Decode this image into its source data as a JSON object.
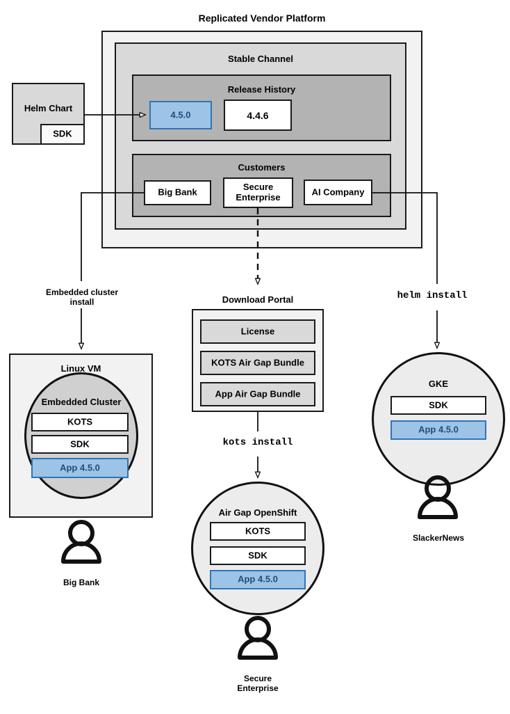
{
  "diagram": {
    "title": "Replicated Vendor Platform",
    "platform": {
      "stable_channel_label": "Stable Channel",
      "release_history": {
        "label": "Release History",
        "releases": [
          {
            "version": "4.5.0",
            "state": "current",
            "color": "#9dc3e6"
          },
          {
            "version": "4.4.6",
            "state": "previous",
            "color": "#ffffff"
          }
        ]
      },
      "customers": {
        "label": "Customers",
        "items": [
          {
            "name": "Big Bank"
          },
          {
            "name": "Secure\nEnterprise"
          },
          {
            "name": "AI Company"
          }
        ]
      }
    },
    "source": {
      "title": "Helm Chart",
      "component": "SDK"
    },
    "flows": [
      {
        "label": "Embedded cluster\ninstall",
        "style": "plain"
      },
      {
        "label": "kots install",
        "style": "mono"
      },
      {
        "label": "helm install",
        "style": "mono"
      }
    ],
    "targets": [
      {
        "id": "linux-vm",
        "shape": "rect",
        "title": "Linux VM",
        "inner_title": "Embedded Cluster",
        "components": [
          {
            "name": "KOTS",
            "color": "#ffffff"
          },
          {
            "name": "SDK",
            "color": "#ffffff"
          },
          {
            "name": "App 4.5.0",
            "color": "#9dc3e6"
          }
        ],
        "actor": "Big Bank"
      },
      {
        "id": "air-gap-openshift",
        "shape": "circle",
        "title": "Air Gap OpenShift",
        "components": [
          {
            "name": "KOTS",
            "color": "#ffffff"
          },
          {
            "name": "SDK",
            "color": "#ffffff"
          },
          {
            "name": "App 4.5.0",
            "color": "#9dc3e6"
          }
        ],
        "actor": "Secure\nEnterprise"
      },
      {
        "id": "gke",
        "shape": "circle",
        "title": "GKE",
        "components": [
          {
            "name": "SDK",
            "color": "#ffffff"
          },
          {
            "name": "App 4.5.0",
            "color": "#9dc3e6"
          }
        ],
        "actor": "SlackerNews"
      }
    ],
    "download_portal": {
      "title": "Download Portal",
      "artifacts": [
        {
          "name": "License"
        },
        {
          "name": "KOTS Air Gap Bundle"
        },
        {
          "name": "App Air Gap Bundle"
        }
      ]
    },
    "colors": {
      "accent_blue_fill": "#9dc3e6",
      "accent_blue_border": "#2e75b6",
      "accent_blue_text": "#1f4e79",
      "level1_fill": "#f2f2f2",
      "level2_fill": "#d9d9d9",
      "level3_fill": "#b3b3b3",
      "stroke": "#1a1a1a"
    }
  }
}
